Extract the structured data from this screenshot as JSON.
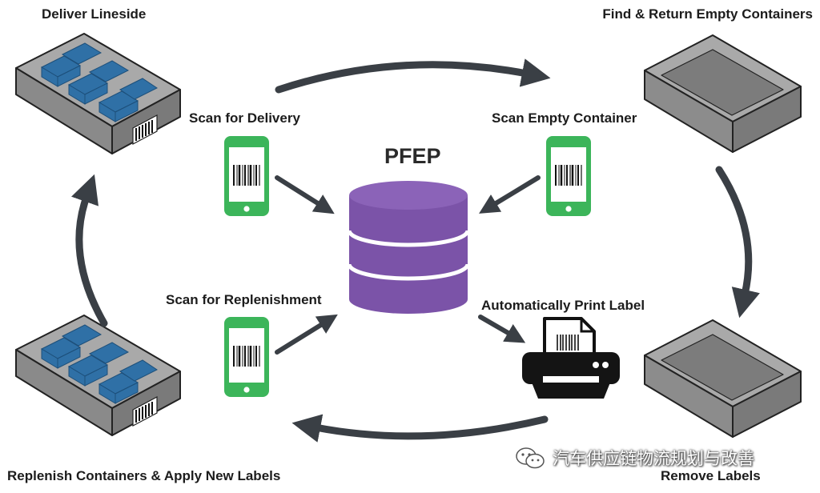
{
  "diagram": {
    "title": "PFEP",
    "labels": {
      "deliver_lineside": "Deliver Lineside",
      "find_return": "Find & Return Empty Containers",
      "scan_delivery": "Scan for Delivery",
      "scan_empty": "Scan Empty Container",
      "scan_replenishment": "Scan for Replenishment",
      "auto_print": "Automatically Print Label",
      "replenish_apply": "Replenish Containers & Apply New Labels",
      "remove_labels": "Remove Labels"
    },
    "watermark": "汽车供应链物流规划与改善"
  },
  "colors": {
    "database": "#7b53a8",
    "phone": "#3cb55a",
    "arrow": "#3a3f45",
    "container": "#8c8c8c",
    "parts": "#2e6fa5"
  },
  "icons": {
    "database": "database-icon",
    "phone": "phone-barcode-icon",
    "printer": "printer-icon",
    "container": "container-icon",
    "arrow": "cycle-arrow-icon",
    "wechat": "wechat-icon"
  }
}
